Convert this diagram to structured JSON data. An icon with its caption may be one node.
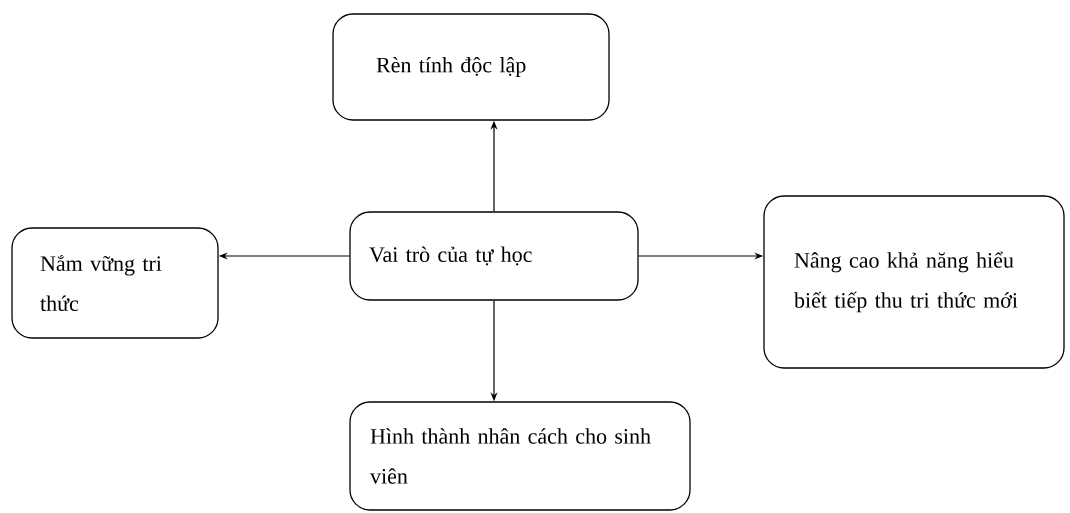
{
  "diagram": {
    "nodes": [
      {
        "text": [
          "Vai trò của tự học"
        ]
      },
      {
        "text": [
          "Rèn tính độc lập"
        ]
      },
      {
        "text": [
          "Nắm vững tri thức"
        ]
      },
      {
        "text": [
          "Nâng cao khả năng hiểu biết tiếp thu tri thức mới"
        ]
      },
      {
        "text": [
          "Hình thành nhân cách cho sinh viên"
        ]
      }
    ],
    "edges": [
      {
        "from": 0,
        "to": 1,
        "arrow": "to"
      },
      {
        "from": 0,
        "to": 2,
        "arrow": "to"
      },
      {
        "from": 0,
        "to": 3,
        "arrow": "to"
      },
      {
        "from": 0,
        "to": 4,
        "arrow": "to"
      }
    ]
  }
}
